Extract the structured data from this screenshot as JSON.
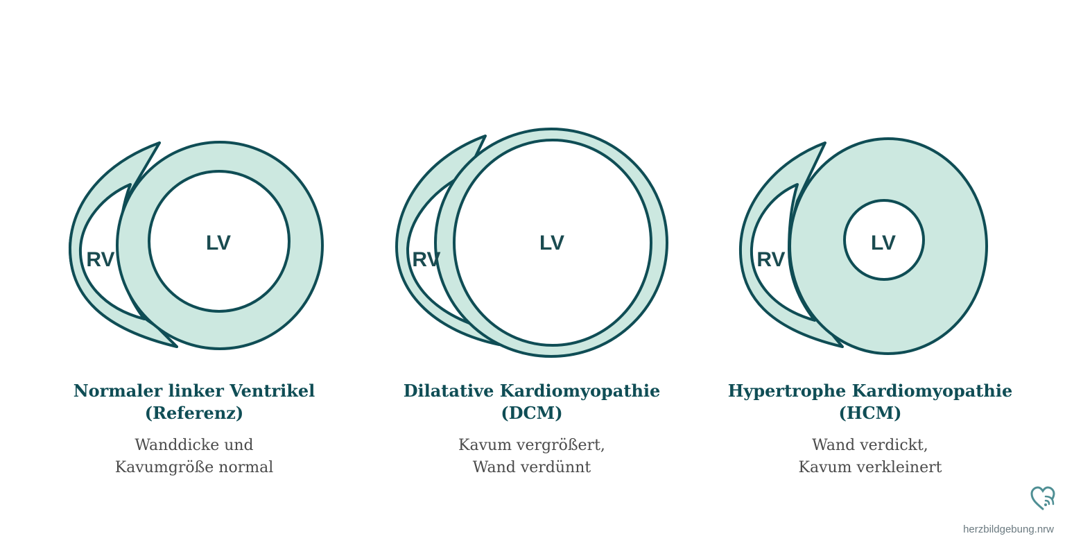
{
  "colors": {
    "stroke": "#0f4d55",
    "myocardium": "#cce8e0",
    "cavity": "#ffffff",
    "title": "#0f4d55",
    "text": "#4a4a4a"
  },
  "panels": [
    {
      "rv_label": "RV",
      "lv_label": "LV",
      "title_lines": [
        "Normaler linker Ventrikel",
        "(Referenz)"
      ],
      "desc_lines": [
        "Wanddicke und",
        "Kavumgröße normal"
      ]
    },
    {
      "rv_label": "RV",
      "lv_label": "LV",
      "title_lines": [
        "Dilatative Kardiomyopathie",
        "(DCM)"
      ],
      "desc_lines": [
        "Kavum vergrößert,",
        "Wand verdünnt"
      ]
    },
    {
      "rv_label": "RV",
      "lv_label": "LV",
      "title_lines": [
        "Hypertrophe Kardiomyopathie",
        "(HCM)"
      ],
      "desc_lines": [
        "Wand verdickt,",
        "Kavum verkleinert"
      ]
    }
  ],
  "footer": {
    "brand": "herzbildgebung.nrw",
    "logo_icon": "heart-wifi-icon"
  }
}
